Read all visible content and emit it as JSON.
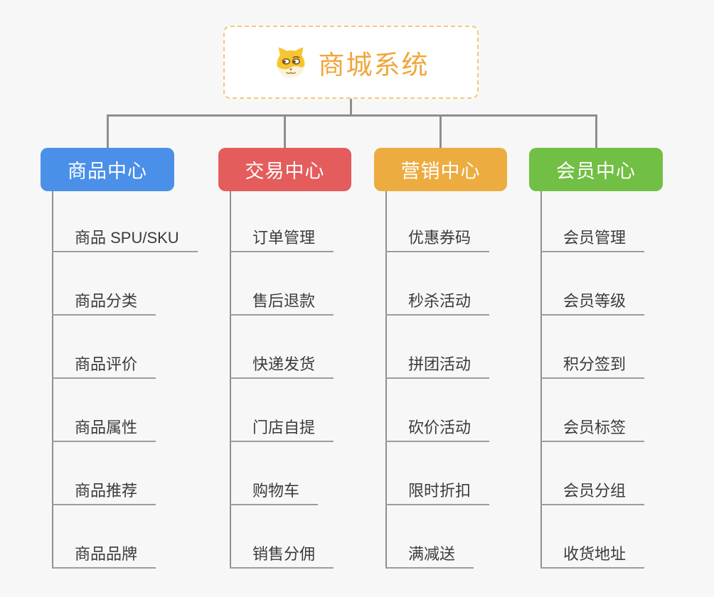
{
  "root": {
    "title": "商城系统",
    "icon": "doge-icon"
  },
  "colors": {
    "background": "#f7f7f7",
    "root_border": "#f3c979",
    "root_title": "#f0a63c",
    "connector_line": "#8e8e8e",
    "topic_underline": "#9c9c9c",
    "topic_text": "#3b3b3b",
    "branch_product": "#4a90e8",
    "branch_trade": "#e45c5c",
    "branch_marketing": "#edac40",
    "branch_member": "#71bf44"
  },
  "branches": [
    {
      "id": "product-center",
      "label": "商品中心",
      "color": "#4a90e8",
      "items": [
        "商品 SPU/SKU",
        "商品分类",
        "商品评价",
        "商品属性",
        "商品推荐",
        "商品品牌"
      ]
    },
    {
      "id": "trade-center",
      "label": "交易中心",
      "color": "#e45c5c",
      "items": [
        "订单管理",
        "售后退款",
        "快递发货",
        "门店自提",
        "购物车",
        "销售分佣"
      ]
    },
    {
      "id": "marketing-center",
      "label": "营销中心",
      "color": "#edac40",
      "items": [
        "优惠券码",
        "秒杀活动",
        "拼团活动",
        "砍价活动",
        "限时折扣",
        "满减送"
      ]
    },
    {
      "id": "member-center",
      "label": "会员中心",
      "color": "#71bf44",
      "items": [
        "会员管理",
        "会员等级",
        "积分签到",
        "会员标签",
        "会员分组",
        "收货地址"
      ]
    }
  ]
}
